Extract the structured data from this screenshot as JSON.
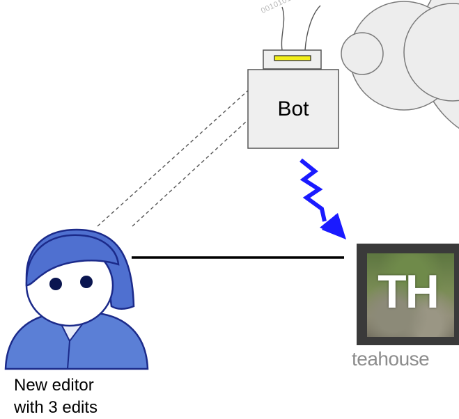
{
  "bot": {
    "label": "Bot",
    "signal_text": "0010101"
  },
  "editor": {
    "label_line1": "New editor",
    "label_line2": "with 3 edits"
  },
  "teahouse": {
    "logo_text": "TH",
    "name": "teahouse"
  },
  "colors": {
    "bolt": "#1a1aff",
    "editor_fill": "#5b7fd6",
    "bot_box": "#efefef",
    "cloud_stroke": "#7a7a7a"
  }
}
